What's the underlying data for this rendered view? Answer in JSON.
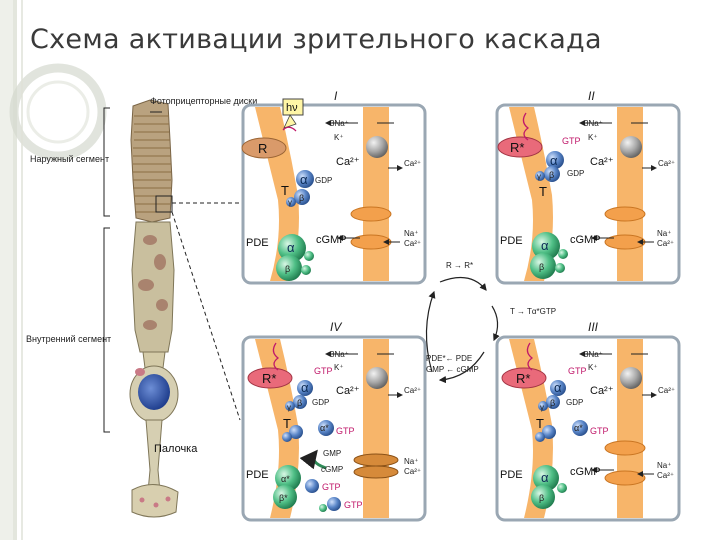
{
  "slide": {
    "title": "Схема активации зрительного каскада"
  },
  "colors": {
    "panel_border": "#9aa7b3",
    "membrane": "#f7b56a",
    "rhodopsin": "#d99a6a",
    "rhodopsin_active": "#e96a7a",
    "pde": "#4fbf86",
    "transducin": "#5a86c8",
    "channel": "#f3a04c",
    "gtp": "#c0186a"
  },
  "rod": {
    "label_discs": "Фотоприцепторные диски",
    "label_outer": "Наружный сегмент",
    "label_inner": "Внутренний сегмент",
    "label_rod": "Палочка"
  },
  "panels": {
    "p1": {
      "roman": "I",
      "hv": "hν",
      "na_pump": "3Na⁺",
      "k_pump": "K⁺",
      "rhodopsin": "R",
      "alpha": "α",
      "beta": "β",
      "gamma": "γ",
      "gdp": "GDP",
      "transducin": "T",
      "ca_in": "Ca²⁺",
      "ca_out": "Ca²⁺",
      "pde": "PDE",
      "cgmp": "cGMP",
      "na_out": "Na⁺",
      "ca_out2": "Ca²⁺"
    },
    "p2": {
      "roman": "II",
      "na_pump": "3Na⁺",
      "k_pump": "K⁺",
      "rhodopsin": "R*",
      "gtp": "GTP",
      "alpha": "α",
      "beta": "β",
      "gamma": "γ",
      "gdp": "GDP",
      "transducin": "T",
      "ca_in": "Ca²⁺",
      "ca_out": "Ca²⁺",
      "pde": "PDE",
      "cgmp": "cGMP",
      "na_out": "Na⁺",
      "ca_out2": "Ca²⁺"
    },
    "p3": {
      "roman": "III",
      "na_pump": "3Na⁺",
      "k_pump": "K⁺",
      "rhodopsin": "R*",
      "gtp": "GTP",
      "alpha": "α",
      "beta": "β",
      "gamma": "γ",
      "gdp": "GDP",
      "transducin": "T",
      "alpha_star": "α*",
      "gtp2": "GTP",
      "ca_in": "Ca²⁺",
      "ca_out": "Ca²⁺",
      "pde": "PDE",
      "cgmp": "cGMP",
      "na_out": "Na⁺",
      "ca_out2": "Ca²⁺"
    },
    "p4": {
      "roman": "IV",
      "na_pump": "3Na⁺",
      "k_pump": "K⁺",
      "rhodopsin": "R*",
      "gtp": "GTP",
      "alpha": "α",
      "beta": "β",
      "gamma": "γ",
      "gdp": "GDP",
      "transducin": "T",
      "alpha_star": "α*",
      "gtp2": "GTP",
      "gmp": "GMP",
      "cgmp": "cGMP",
      "pde": "PDE",
      "pde_alpha": "α*",
      "pde_beta": "β*",
      "gtp3": "GTP",
      "gtp4": "GTP",
      "ca_in": "Ca²⁺",
      "ca_out": "Ca²⁺",
      "na_out": "Na⁺",
      "ca_out2": "Ca²⁺"
    }
  },
  "cycle": {
    "step1": "R → R*",
    "step2": "T → Tα*GTP",
    "step3a": "PDE*← PDE",
    "step3b": "GMP ← cGMP"
  }
}
